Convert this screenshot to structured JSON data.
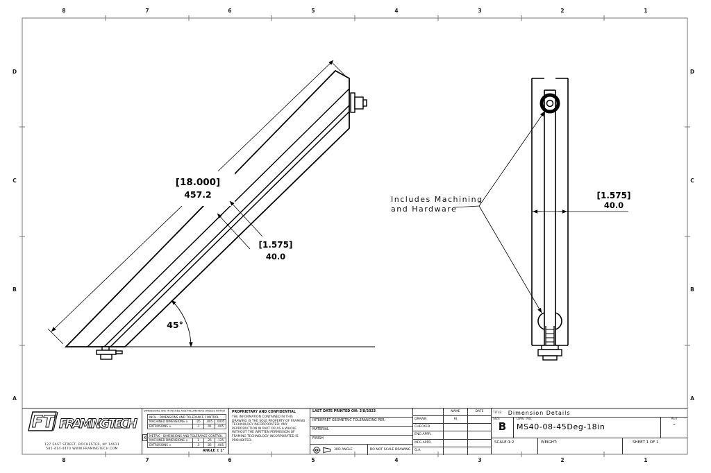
{
  "zones": {
    "top": [
      "8",
      "7",
      "6",
      "5",
      "4",
      "3",
      "2",
      "1"
    ],
    "bottom": [
      "8",
      "7",
      "6",
      "5",
      "4",
      "3",
      "2",
      "1"
    ],
    "left": [
      "D",
      "C",
      "B",
      "A"
    ],
    "right": [
      "D",
      "C",
      "B",
      "A"
    ]
  },
  "drawing": {
    "angled_view": {
      "length_in": "[18.000]",
      "length_mm": "457.2",
      "width_in": "[1.575]",
      "width_mm": "40.0",
      "angle": "45°"
    },
    "front_view": {
      "width_in": "[1.575]",
      "width_mm": "40.0",
      "note_line1": "Includes Machining",
      "note_line2": "and Hardware"
    }
  },
  "title_block": {
    "company": {
      "logo_ft": "FT",
      "logo_name": "FRAMING TECH",
      "address1": "127 EAST STREET, ROCHESTER, NY 14611",
      "address2": "585-414-4470  WWW.FRAMINGTECH.COM"
    },
    "tolerances": {
      "note": "DIMENSIONS ARE IN INCHES AND MILLIMETERS UNLESS NOTED",
      "inch_header": "INCH - DIMENSIONS AND TOLERANCE CONTROL",
      "inch_rows": [
        {
          "label": "MACHINED DIMENSIONS ±",
          "c1": ".05",
          "c2": ".005",
          "c3": ".0005"
        },
        {
          "label": "EXTRUSIONS ±",
          "c1": ".1",
          "c2": ".01",
          "c3": ".005"
        }
      ],
      "metric_checkbox": "X",
      "metric_header": "METRIC - DIMENSIONS AND TOLERANCE CONTROL",
      "metric_rows": [
        {
          "label": "MACHINED DIMENSIONS ±",
          "c1": "1",
          "c2": ".25",
          "c3": ".125"
        },
        {
          "label": "EXTRUSIONS ±",
          "c1": ".5",
          "c2": ".05",
          "c3": ".005"
        }
      ],
      "angle_note": "ANGLE ± 1°"
    },
    "proprietary": {
      "heading": "PROPRIETARY AND CONFIDENTIAL",
      "body": "THE INFORMATION CONTAINED IN THIS DRAWING IS THE SOLE PROPERTY OF FRAMING TECHNOLOGY INCORPORATED. ANY REPRODUCTION IN PART OR AS A WHOLE WITHOUT THE WRITTEN PERMISSION OF FRAMING TECHNOLOGY INCORPORATED IS PROHIBITED."
    },
    "specs": {
      "printed": "LAST DATE PRINTED ON: 3/8/2023",
      "interpret": "INTERPRET GEOMETRIC TOLERANCING PER:",
      "material": "MATERIAL",
      "finish": "FINISH",
      "third_angle": "3RD ANGLE",
      "no_scale": "DO NOT SCALE DRAWING"
    },
    "approvals": {
      "name_header": "NAME",
      "date_header": "DATE",
      "rows": [
        {
          "label": "DRAWN",
          "name": "HI"
        },
        {
          "label": "CHECKED",
          "name": ""
        },
        {
          "label": "ENG APPR.",
          "name": ""
        },
        {
          "label": "MFG APPR.",
          "name": ""
        },
        {
          "label": "Q.A.",
          "name": ""
        }
      ]
    },
    "title_area": {
      "title_label": "TITLE:",
      "title": "Dimension Details",
      "size_label": "SIZE",
      "size": "B",
      "dwg_label": "DWG. NO.",
      "dwg_no": "MS40-08-45Deg-18in",
      "rev_label": "REV",
      "rev": "-",
      "scale": "SCALE:1:2",
      "weight_label": "WEIGHT:",
      "sheet": "SHEET 1 OF 1"
    }
  }
}
